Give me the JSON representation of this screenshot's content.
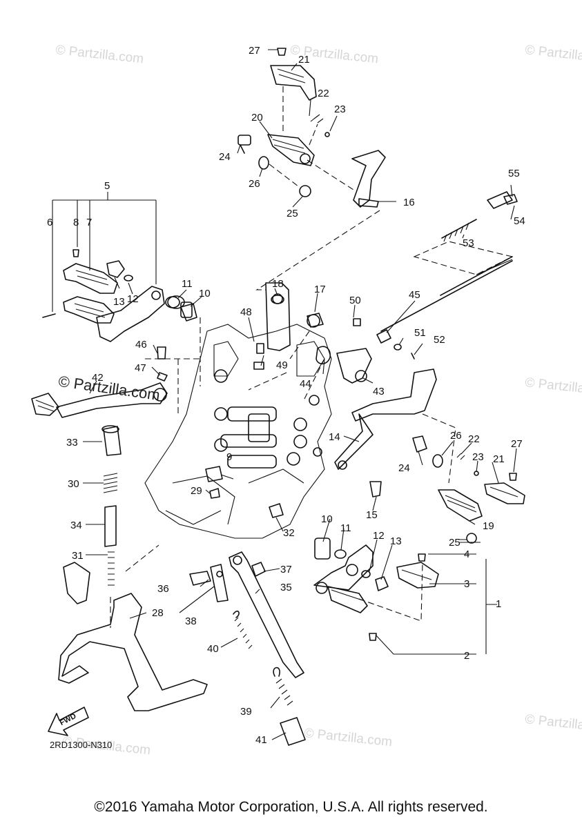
{
  "watermark": "© Partzilla.com",
  "diagram_code": "2RD1300-N310",
  "fwd_label": "FWD",
  "copyright": "©2016 Yamaha Motor Corporation, U.S.A. All rights reserved.",
  "callouts": [
    "1",
    "2",
    "3",
    "4",
    "5",
    "6",
    "7",
    "8",
    "9",
    "10",
    "10",
    "11",
    "11",
    "12",
    "12",
    "13",
    "13",
    "14",
    "15",
    "16",
    "17",
    "18",
    "19",
    "20",
    "21",
    "21",
    "22",
    "22",
    "23",
    "23",
    "24",
    "24",
    "25",
    "25",
    "26",
    "26",
    "27",
    "27",
    "28",
    "29",
    "30",
    "31",
    "32",
    "33",
    "34",
    "35",
    "36",
    "37",
    "38",
    "39",
    "40",
    "41",
    "42",
    "43",
    "44",
    "45",
    "46",
    "47",
    "48",
    "49",
    "50",
    "51",
    "52",
    "53",
    "54",
    "55"
  ]
}
